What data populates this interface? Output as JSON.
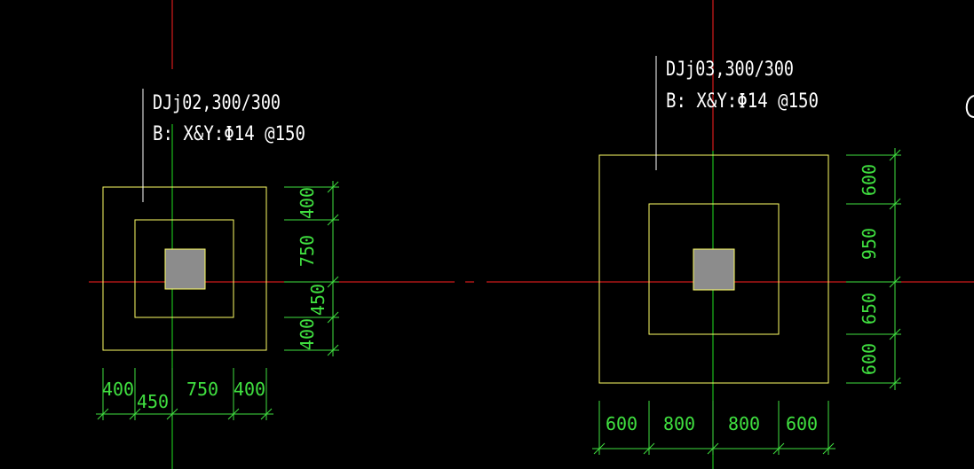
{
  "colors": {
    "background": "#000000",
    "axis_red": "#ff2020",
    "axis_green": "#20e020",
    "outline": "#ffff66",
    "column_fill": "#8c8c8c",
    "dimension": "#40e040",
    "label": "#ffffff"
  },
  "footings": [
    {
      "id": "left",
      "label_line1": "DJj02,300/300",
      "label_line2": "B:  X&Y:Φ14 @150",
      "dims_vertical": [
        "400",
        "750",
        "450",
        "400"
      ],
      "dims_horizontal": [
        "400",
        "450",
        "750",
        "400"
      ]
    },
    {
      "id": "right",
      "label_line1": "DJj03,300/300",
      "label_line2": "B:  X&Y:Φ14 @150",
      "dims_vertical": [
        "600",
        "950",
        "650",
        "600"
      ],
      "dims_horizontal": [
        "600",
        "800",
        "800",
        "600"
      ]
    }
  ]
}
